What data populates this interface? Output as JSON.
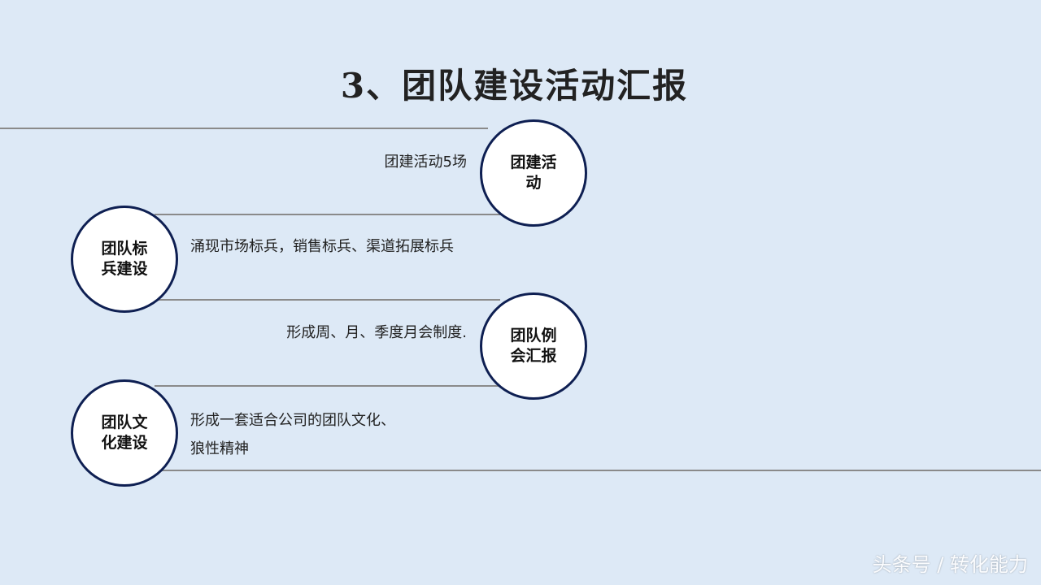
{
  "title": "3、团队建设活动汇报",
  "items": [
    {
      "label": "团建活动",
      "text": "团建活动5场"
    },
    {
      "label": "团队标兵建设",
      "text": "涌现市场标兵，销售标兵、渠道拓展标兵"
    },
    {
      "label": "团队例会汇报",
      "text": "形成周、月、季度月会制度."
    },
    {
      "label": "团队文化建设",
      "text_line1": "形成一套适合公司的团队文化、",
      "text_line2": "狼性精神"
    }
  ],
  "watermark": "头条号 / 转化能力",
  "colors": {
    "background": "#dde9f6",
    "circle_border": "#0e1f52",
    "line": "#8a8a8a"
  }
}
